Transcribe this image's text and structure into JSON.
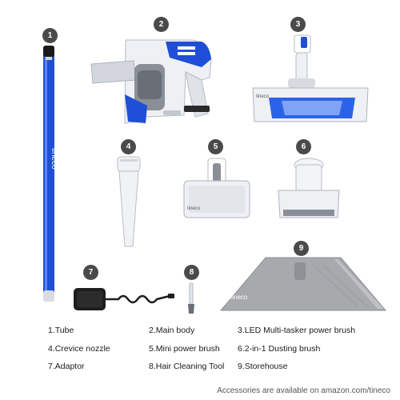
{
  "items": [
    {
      "number": "1",
      "label": "1.Tube"
    },
    {
      "number": "2",
      "label": "2.Main body"
    },
    {
      "number": "3",
      "label": "3.LED Multi-tasker power brush"
    },
    {
      "number": "4",
      "label": "4.Crevice nozzle"
    },
    {
      "number": "5",
      "label": "5.Mini power brush"
    },
    {
      "number": "6",
      "label": "6.2-in-1 Dusting brush"
    },
    {
      "number": "7",
      "label": "7.Adaptor"
    },
    {
      "number": "8",
      "label": "8.Hair Cleaning Tool"
    },
    {
      "number": "9",
      "label": "9.Storehouse"
    }
  ],
  "brand": "tineco",
  "footer": "Accessories are available on amazon.com/tineco",
  "colors": {
    "accent_blue": "#1e4fd6",
    "badge": "#4a4a4a",
    "body_white": "#eef0f3",
    "storehouse_gray": "#a7a9ad"
  }
}
